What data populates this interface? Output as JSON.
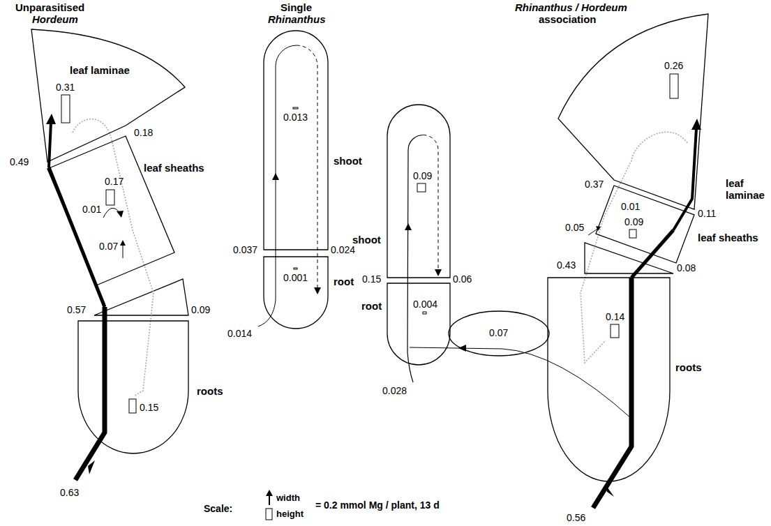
{
  "diagram": {
    "nodes": [
      {
        "text": [
          "leaf laminae",
          "0.31"
        ]
      },
      {
        "text": [
          "leaf sheaths",
          "0.17",
          "0.01",
          "0.07"
        ]
      },
      {
        "text": [
          "roots",
          "0.15"
        ]
      },
      {
        "text": [
          "shoot",
          "0.013"
        ]
      },
      {
        "text": [
          "root",
          "0.001"
        ]
      },
      {
        "text": [
          "shoot",
          "0.09"
        ]
      },
      {
        "text": [
          "root",
          "0.004"
        ]
      },
      {
        "text": [
          "0.07"
        ]
      },
      {
        "text": [
          "leaf laminae",
          "0.26"
        ]
      },
      {
        "text": [
          "leaf sheaths",
          "0.01",
          "0.09"
        ]
      },
      {
        "text": [
          "roots",
          "0.14"
        ]
      }
    ],
    "labels": [
      "Unparasitised",
      "Hordeum",
      "Single",
      "Rhinanthus",
      "Rhinanthus / Hordeum",
      "association",
      "0.49",
      "0.18",
      "0.57",
      "0.09",
      "0.63",
      "0.037",
      "0.024",
      "0.014",
      "0.15",
      "0.06",
      "0.028",
      "0.37",
      "0.11",
      "0.05",
      "0.43",
      "0.08",
      "0.56",
      "Scale:",
      "width",
      "height",
      "= 0.2 mmol Mg / plant, 13 d"
    ]
  }
}
